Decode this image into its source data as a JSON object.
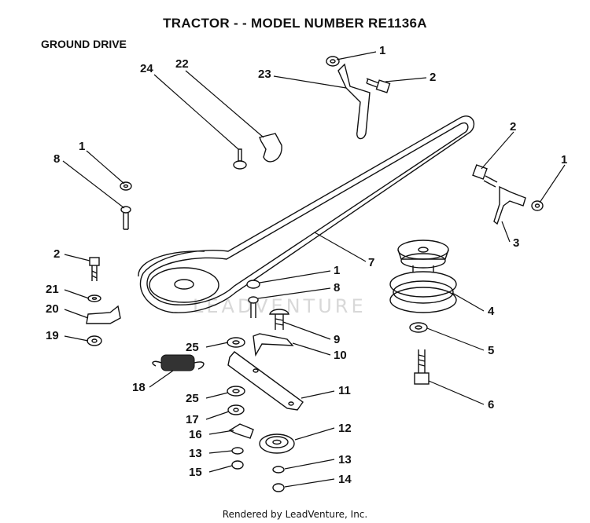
{
  "header": {
    "title": "TRACTOR - - MODEL NUMBER RE1136A",
    "section": "GROUND DRIVE"
  },
  "watermark": "LEADVENTURE",
  "footer": "Rendered by LeadVenture, Inc.",
  "callouts": {
    "c1a": "1",
    "c2a": "2",
    "c22": "22",
    "c23": "23",
    "c24": "24",
    "c8a": "8",
    "c1b": "1",
    "c2b": "2",
    "c1c": "1",
    "c3": "3",
    "c2c": "2",
    "c21": "21",
    "c20": "20",
    "c19": "19",
    "c7": "7",
    "c1d": "1",
    "c8b": "8",
    "c4": "4",
    "c9": "9",
    "c5": "5",
    "c10": "10",
    "c25a": "25",
    "c18": "18",
    "c11": "11",
    "c6": "6",
    "c25b": "25",
    "c17": "17",
    "c12": "12",
    "c16": "16",
    "c13a": "13",
    "c13b": "13",
    "c15": "15",
    "c14": "14"
  }
}
